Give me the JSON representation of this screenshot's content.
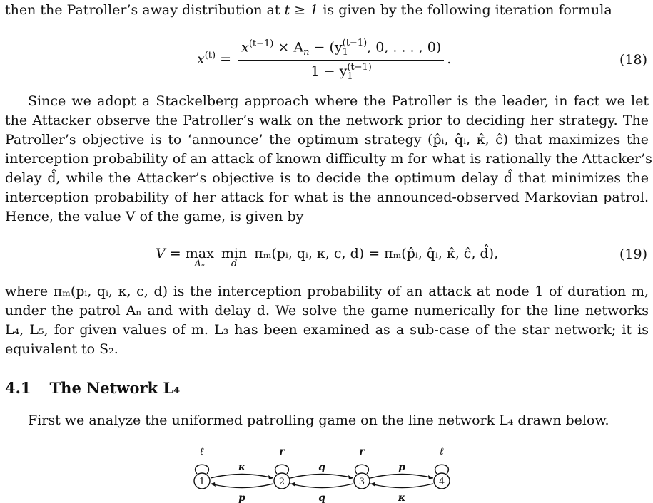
{
  "paragraph_intro": {
    "pre": "then the Patroller’s away distribution at ",
    "cond": "t ≥ 1",
    "post": " is given by the following iteration formula"
  },
  "eq18": {
    "lhs": "x",
    "lhs_sup": "(t)",
    "num_a": "x",
    "num_a_sup": "(t−1)",
    "num_b": " × A",
    "num_b_sub": "n",
    "num_c": " − (y",
    "num_c_sup": "(t−1)",
    "num_c_sub": "1",
    "num_d": ", 0, . . . , 0)",
    "den_a": "1 − y",
    "den_sup": "(t−1)",
    "den_sub": "1",
    "number": "(18)"
  },
  "paragraph_stackelberg": {
    "line1": "Since we adopt a Stackelberg approach where the Patroller is the leader, in fact we let",
    "line2": "the Attacker observe the Patroller’s walk on the network prior to deciding her strategy. The",
    "line3": "Patroller’s objective is to ‘announce’ the optimum strategy (p̂ᵢ, q̂ᵢ, κ̂, ĉ) that maximizes the",
    "line4": "interception probability of an attack of known difficulty m for what is rationally the Attacker’s",
    "line5": "delay d̂, while the Attacker’s objective is to decide the optimum delay d̂ that minimizes the",
    "line6": "interception probability of her attack for what is the announced-observed Markovian patrol.",
    "line7": "Hence, the value V of the game, is given by"
  },
  "eq19": {
    "lhs": "V = ",
    "max": "max",
    "max_sub": "Aₙ",
    "min": "min",
    "min_sub": "d",
    "rhs": "πₘ(pᵢ, qᵢ, κ, c, d) = πₘ(p̂ᵢ, q̂ᵢ, κ̂, ĉ, d̂),",
    "number": "(19)"
  },
  "paragraph_where": {
    "line1": "where πₘ(pᵢ, qᵢ, κ, c, d) is the interception probability of an attack at node 1 of duration m,",
    "line2": "under the patrol Aₙ and with delay d. We solve the game numerically for the line networks",
    "line3": "L₄, L₅, for given values of m. L₃ has been examined as a sub-case of the star network; it is",
    "line4": "equivalent to S₂."
  },
  "section": {
    "number": "4.1",
    "title": "The Network L₄"
  },
  "paragraph_first": "First we analyze the uniformed patrolling game on the line network L₄ drawn below.",
  "diagram": {
    "nodes": [
      "1",
      "2",
      "3",
      "4"
    ],
    "loop_labels": [
      "ℓ",
      "r",
      "r",
      "ℓ"
    ],
    "upper_edge_labels": [
      "κ",
      "q",
      "p"
    ],
    "lower_edge_labels": [
      "p",
      "q",
      "κ"
    ]
  }
}
